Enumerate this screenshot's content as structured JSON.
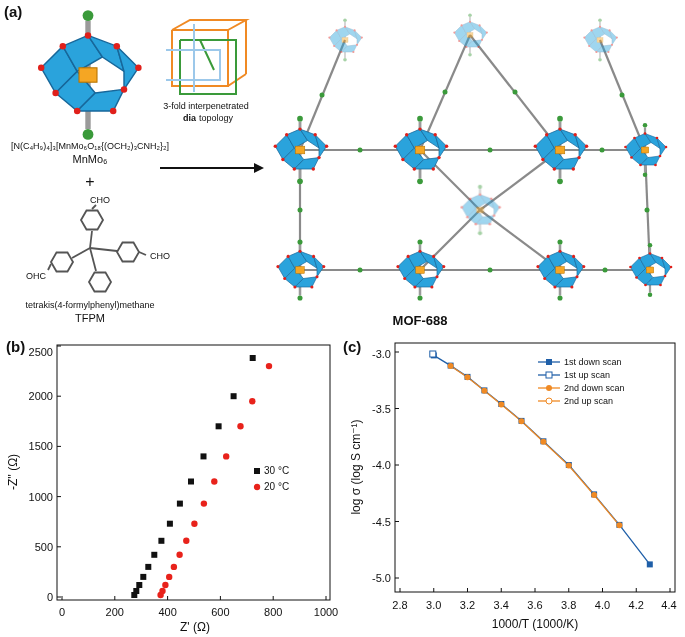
{
  "diagram": {
    "labels": [
      "(a)",
      "[N(C₄H₉)₄]₃[MnMo₆O₁₈{(OCH₂)₃CNH₂}₂]",
      "MnMo₆",
      "+",
      "CHO",
      "OHC",
      "CHO",
      "tetrakis(4-formylphenyl)methane",
      "TFPM",
      "3-fold interpenetrated",
      "dia",
      "topology",
      "MOF-688",
      "(b)",
      "0",
      "500",
      "1000",
      "1500",
      "2000",
      "2500",
      "0",
      "200",
      "400",
      "600",
      "800",
      "1000",
      "-Z'' (Ω)",
      "Z' (Ω)",
      "(c)",
      "-3.0",
      "-3.5",
      "-4.0",
      "-4.5",
      "-5.0",
      "2.8",
      "3.0",
      "3.2",
      "3.4",
      "3.6",
      "3.8",
      "4.0",
      "4.2",
      "4.4",
      "log σ (log S cm⁻¹)",
      "1000/T (1000/K)"
    ],
    "legend": [
      {
        "text": "30 °C"
      },
      {
        "text": "20 °C"
      },
      {
        "text": "1st down scan"
      },
      {
        "text": "1st up scan"
      },
      {
        "text": "2nd down scan"
      },
      {
        "text": "2nd up scan"
      }
    ]
  }
}
